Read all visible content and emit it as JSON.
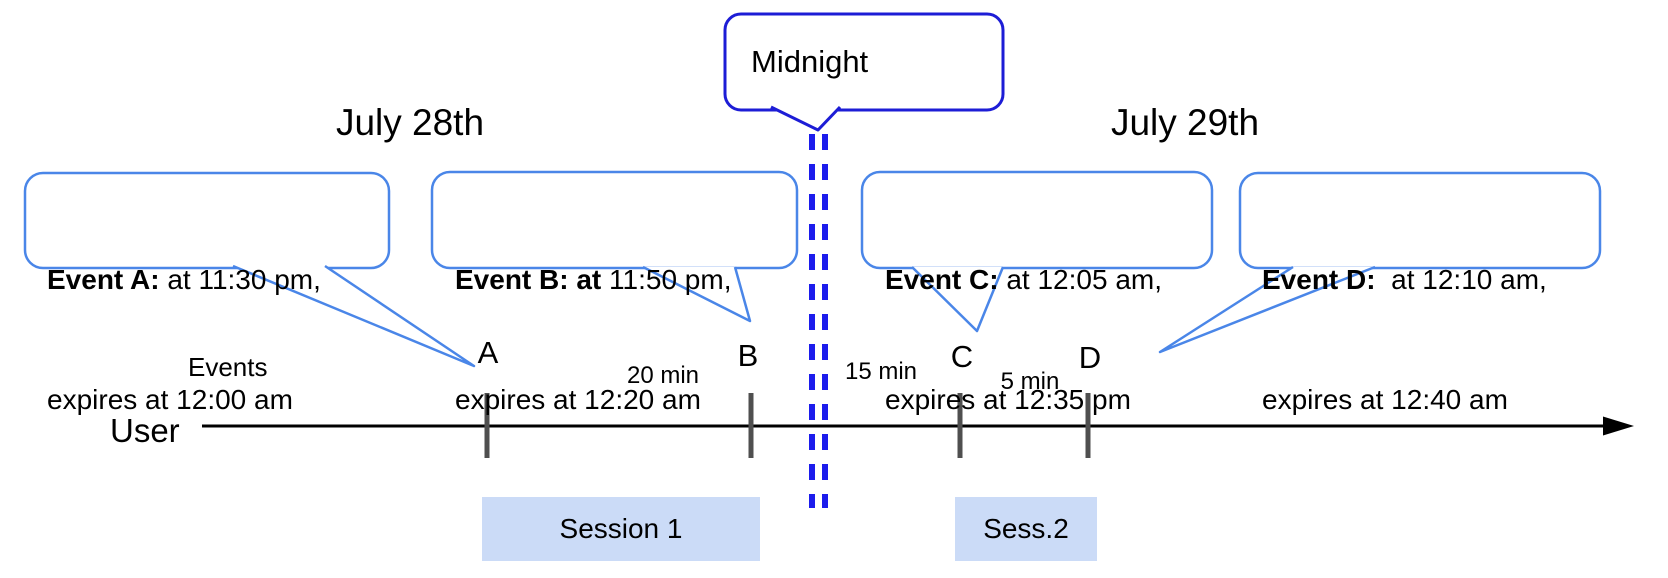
{
  "title_dates": {
    "left": "July 28th",
    "right": "July 29th"
  },
  "midnight_label": "Midnight",
  "events": [
    {
      "bold": "Event A:",
      "rest": " at 11:30 pm,",
      "line2": "expires at 12:00 am"
    },
    {
      "bold": "Event B: at",
      "rest": " 11:50 pm,",
      "line2": "expires at 12:20 am"
    },
    {
      "bold": "Event C:",
      "rest": " at 12:05 am,",
      "line2": "expires at 12:35 pm"
    },
    {
      "bold": "Event D:",
      "rest": "  at 12:10 am,",
      "line2": "expires at 12:40 am"
    }
  ],
  "markers": [
    "A",
    "B",
    "C",
    "D"
  ],
  "intervals": [
    {
      "label": "20 min"
    },
    {
      "label": "15 min"
    },
    {
      "label": "5 min"
    }
  ],
  "axis": {
    "events_label": "Events",
    "user_label": "User"
  },
  "sessions": [
    {
      "label": "Session 1"
    },
    {
      "label": "Sess.2"
    }
  ],
  "colors": {
    "event_bubble_border": "#4a86e8",
    "midnight_border": "#1d1dd6",
    "midnight_dashes": "#1c1cec",
    "session_fill": "#cbdbf7",
    "tick": "#4f4f4f",
    "timeline": "#000000"
  }
}
